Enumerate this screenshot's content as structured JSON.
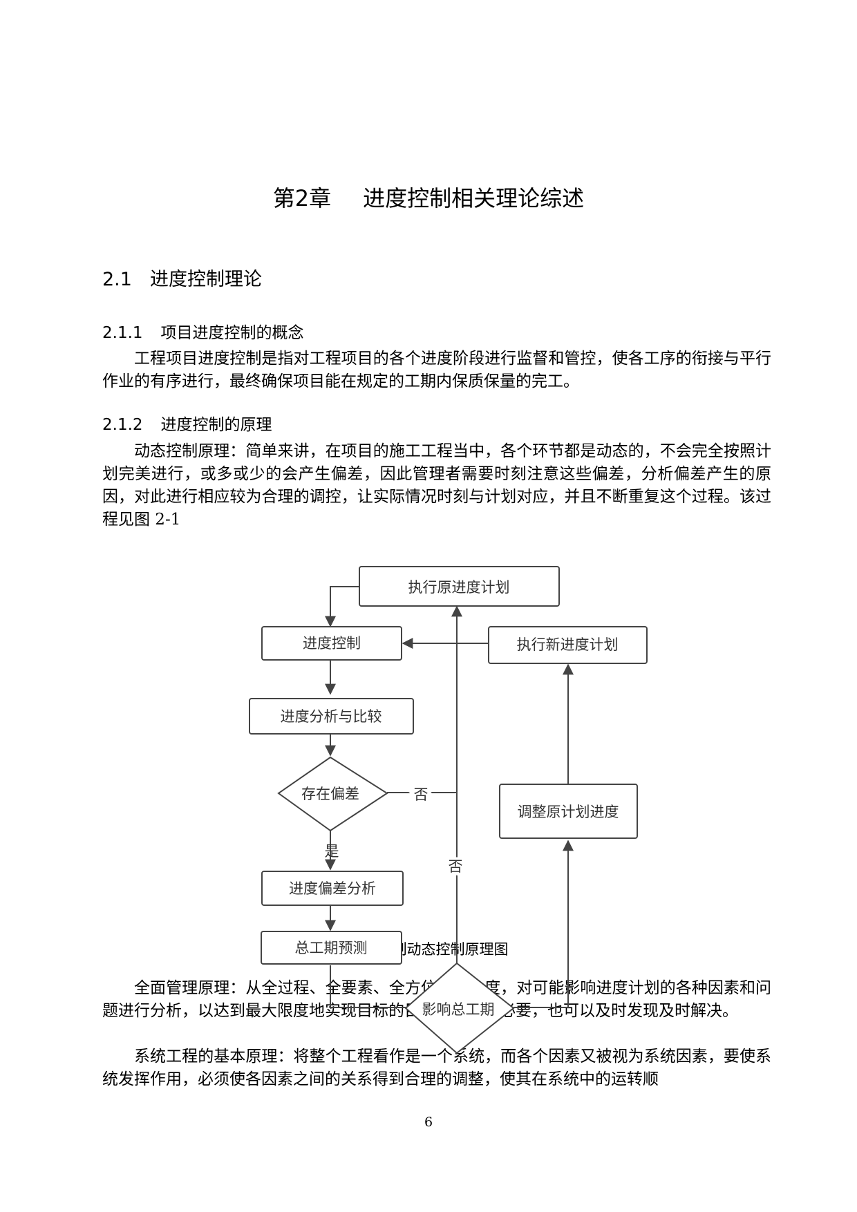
{
  "chapter": {
    "number": "第2章",
    "title": "进度控制相关理论综述"
  },
  "section": {
    "number": "2.1",
    "title": "进度控制理论"
  },
  "subsection_1": {
    "number": "2.1.1",
    "title": "项目进度控制的概念",
    "paragraph": "工程项目进度控制是指对工程项目的各个进度阶段进行监督和管控，使各工序的衔接与平行作业的有序进行，最终确保项目能在规定的工期内保质保量的完工。"
  },
  "subsection_2": {
    "number": "2.1.2",
    "title": "进度控制的原理",
    "paragraph": "动态控制原理：简单来讲，在项目的施工工程当中，各个环节都是动态的，不会完全按照计划完美进行，或多或少的会产生偏差，因此管理者需要时刻注意这些偏差，分析偏差产生的原因，对此进行相应较为合理的调控，让实际情况时刻与计划对应，并且不断重复这个过程。该过程见图 2-1"
  },
  "flowchart": {
    "execute_original": "执行原进度计划",
    "progress_control": "进度控制",
    "execute_new": "执行新进度计划",
    "progress_analysis": "进度分析与比较",
    "has_deviation": "存在偏差",
    "no_label_1": "否",
    "yes_label": "是",
    "no_label_2": "否",
    "deviation_analysis": "进度偏差分析",
    "adjust_plan": "调整原计划进度",
    "total_duration_forecast": "总工期预测",
    "affects_total_duration": "影响总工期"
  },
  "figure_caption": "进度控制动态控制原理图",
  "paragraph_3": "全面管理原理：从全过程、全要素、全方位多个角度，对可能影响进度计划的各种因素和问题进行分析，以达到最大限度地实现目标的目的，即使有必要，也可以及时发现及时解决。",
  "paragraph_4": "系统工程的基本原理：将整个工程看作是一个系统，而各个因素又被视为系统因素，要使系统发挥作用，必须使各因素之间的关系得到合理的调整，使其在系统中的运转顺",
  "page_number": "6"
}
